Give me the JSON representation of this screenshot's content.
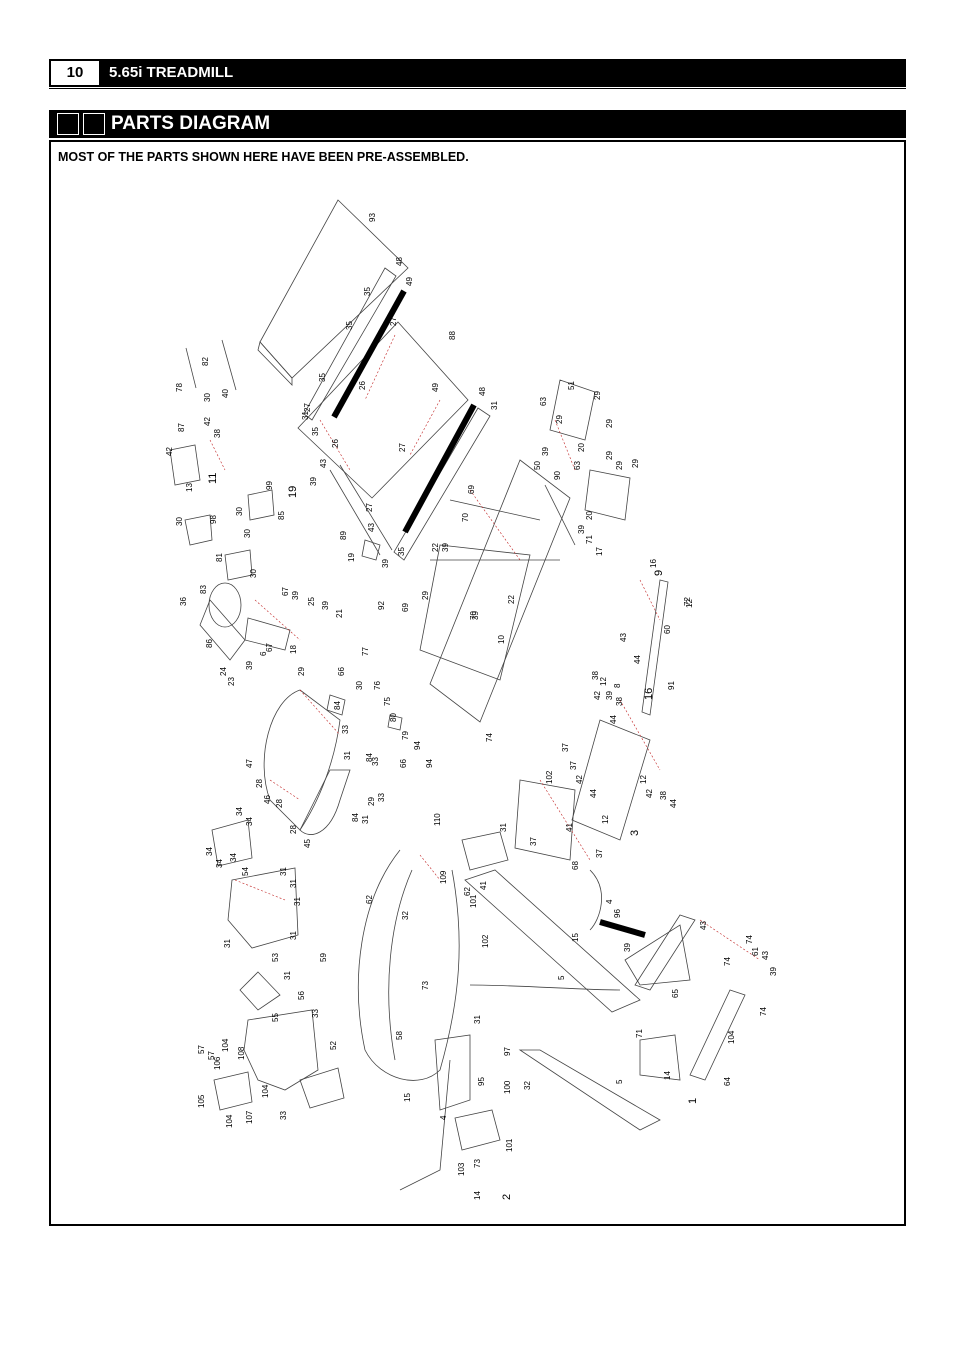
{
  "header": {
    "page_number": "10",
    "title": "5.65i TREADMILL"
  },
  "section": {
    "title": "PARTS DIAGRAM"
  },
  "note": "MOST OF THE PARTS SHOWN HERE HAVE BEEN PRE-ASSEMBLED.",
  "callouts": [
    "93",
    "48",
    "49",
    "35",
    "35",
    "27",
    "88",
    "35",
    "26",
    "27",
    "49",
    "48",
    "31",
    "35",
    "27",
    "26",
    "43",
    "39",
    "19",
    "27",
    "89",
    "43",
    "31",
    "19",
    "39",
    "35",
    "92",
    "22",
    "39",
    "70",
    "69",
    "69",
    "70",
    "22",
    "39",
    "10",
    "29",
    "51",
    "63",
    "29",
    "29",
    "29",
    "20",
    "39",
    "50",
    "63",
    "29",
    "90",
    "29",
    "29",
    "20",
    "39",
    "71",
    "17",
    "82",
    "78",
    "30",
    "40",
    "87",
    "42",
    "38",
    "42",
    "13",
    "11",
    "99",
    "30",
    "85",
    "30",
    "98",
    "30",
    "81",
    "30",
    "36",
    "83",
    "86",
    "24",
    "23",
    "39",
    "67",
    "6",
    "67",
    "39",
    "25",
    "39",
    "21",
    "18",
    "29",
    "66",
    "77",
    "30",
    "76",
    "75",
    "80",
    "79",
    "94",
    "94",
    "84",
    "33",
    "84",
    "33",
    "66",
    "31",
    "84",
    "31",
    "29",
    "33",
    "47",
    "28",
    "46",
    "28",
    "28",
    "45",
    "34",
    "34",
    "34",
    "34",
    "54",
    "34",
    "31",
    "31",
    "31",
    "31",
    "31",
    "53",
    "31",
    "56",
    "33",
    "52",
    "55",
    "33",
    "57",
    "57",
    "106",
    "104",
    "108",
    "105",
    "104",
    "107",
    "104",
    "110",
    "109",
    "62",
    "32",
    "59",
    "73",
    "58",
    "31",
    "31",
    "62",
    "41",
    "101",
    "102",
    "15",
    "5",
    "4",
    "96",
    "97",
    "95",
    "100",
    "32",
    "5",
    "15",
    "4",
    "103",
    "73",
    "101",
    "102",
    "41",
    "37",
    "37",
    "68",
    "37",
    "37",
    "42",
    "38",
    "44",
    "42",
    "38",
    "44",
    "12",
    "3",
    "12",
    "42",
    "38",
    "44",
    "12",
    "16",
    "8",
    "12",
    "39",
    "43",
    "44",
    "91",
    "60",
    "72",
    "9",
    "16",
    "39",
    "43",
    "65",
    "74",
    "74",
    "61",
    "43",
    "39",
    "71",
    "14",
    "64",
    "104",
    "74",
    "1",
    "74",
    "14",
    "2"
  ]
}
